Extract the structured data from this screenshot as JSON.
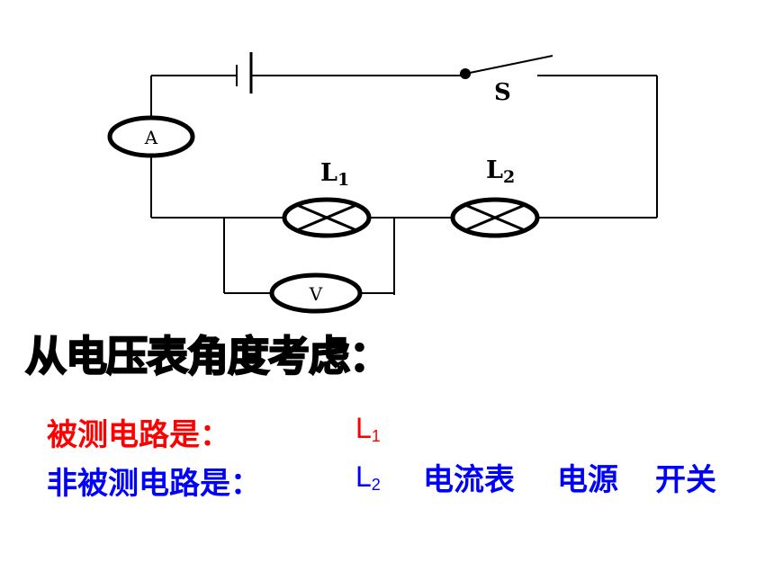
{
  "circuit": {
    "switch_label": "S",
    "ammeter_symbol": "A",
    "voltmeter_symbol": "V",
    "lamp1": {
      "letter": "L",
      "sub": "1"
    },
    "lamp2": {
      "letter": "L",
      "sub": "2"
    }
  },
  "heading": "从电压表角度考虑：",
  "measured": {
    "label": "被测电路是：",
    "lamp": {
      "letter": "L",
      "sub": "1"
    }
  },
  "unmeasured": {
    "label": "非被测电路是：",
    "lamp": {
      "letter": "L",
      "sub": "2"
    },
    "items": [
      "电流表",
      "电源",
      "开关"
    ]
  },
  "colors": {
    "measured": "#ff0000",
    "unmeasured": "#0000ff",
    "wire": "#000000"
  }
}
